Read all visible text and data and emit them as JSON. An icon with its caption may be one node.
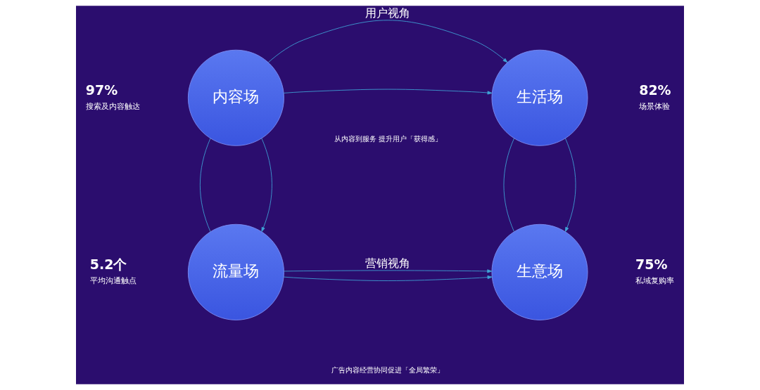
{
  "diagram": {
    "nodes": [
      {
        "text": [
          "内容场"
        ],
        "beside": [
          "97%",
          "搜索及内容触达"
        ]
      },
      {
        "text": [
          "生活场"
        ],
        "beside": [
          "82%",
          "场景体验"
        ]
      },
      {
        "text": [
          "流量场"
        ],
        "beside": [
          "5.2个",
          "平均沟通触点"
        ]
      },
      {
        "text": [
          "生意场"
        ],
        "beside": [
          "75%",
          "私域复购率"
        ]
      }
    ],
    "edges": [
      {
        "from": 0,
        "to": 1,
        "arrow": "to",
        "label": "用户视角"
      },
      {
        "from": 0,
        "to": 1,
        "arrow": "to"
      },
      {
        "from": 0,
        "to": 2,
        "arrow": "to"
      },
      {
        "from": 0,
        "to": 2,
        "arrow": "none"
      },
      {
        "from": 1,
        "to": 3,
        "arrow": "to"
      },
      {
        "from": 1,
        "to": 3,
        "arrow": "none"
      },
      {
        "from": 2,
        "to": 3,
        "arrow": "to",
        "label": "营销视角"
      },
      {
        "from": 2,
        "to": 3,
        "arrow": "to"
      }
    ],
    "labels": [
      "从内容到服务 提升用户「获得感」",
      "广告内容经营协同促进「全局繁荣」"
    ]
  }
}
